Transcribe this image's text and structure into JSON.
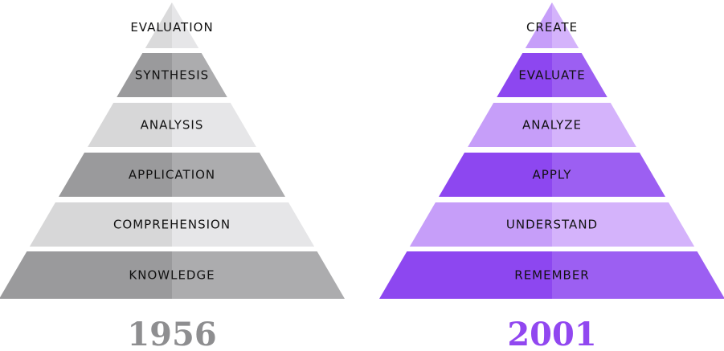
{
  "pyramids": [
    {
      "year": "1956",
      "year_color": "#8e8e90",
      "levels": [
        {
          "label": "EVALUATION",
          "left_color": "#dadadb",
          "right_color": "#e6e6e8"
        },
        {
          "label": "SYNTHESIS",
          "left_color": "#9a9a9c",
          "right_color": "#acacae"
        },
        {
          "label": "ANALYSIS",
          "left_color": "#d7d7d8",
          "right_color": "#e6e6e8"
        },
        {
          "label": "APPLICATION",
          "left_color": "#9a9a9c",
          "right_color": "#acacae"
        },
        {
          "label": "COMPREHENSION",
          "left_color": "#d7d7d8",
          "right_color": "#e6e6e8"
        },
        {
          "label": "KNOWLEDGE",
          "left_color": "#9a9a9c",
          "right_color": "#acacae"
        }
      ]
    },
    {
      "year": "2001",
      "year_color": "#9147f0",
      "levels": [
        {
          "label": "CREATE",
          "left_color": "#c69ef9",
          "right_color": "#d4b3fb"
        },
        {
          "label": "EVALUATE",
          "left_color": "#8d47f0",
          "right_color": "#9c5ff2"
        },
        {
          "label": "ANALYZE",
          "left_color": "#c69ef9",
          "right_color": "#d4b3fb"
        },
        {
          "label": "APPLY",
          "left_color": "#8d47f0",
          "right_color": "#9c5ff2"
        },
        {
          "label": "UNDERSTAND",
          "left_color": "#c69ef9",
          "right_color": "#d4b3fb"
        },
        {
          "label": "REMEMBER",
          "left_color": "#8d47f0",
          "right_color": "#9c5ff2"
        }
      ]
    }
  ]
}
